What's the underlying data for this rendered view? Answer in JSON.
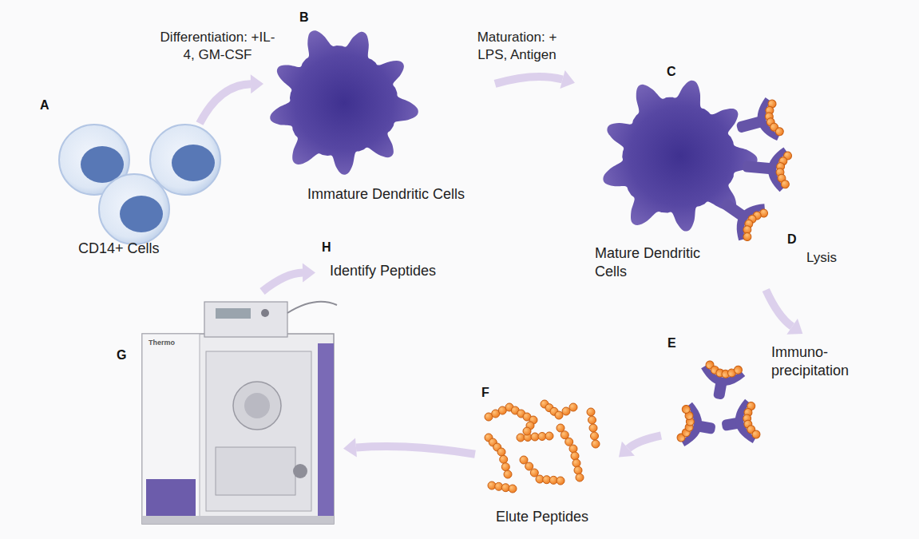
{
  "diagram": {
    "nodes": [
      {
        "text": [
          "A",
          "CD14+ Cells"
        ]
      },
      {
        "text": [
          "B",
          "Immature Dendritic Cells"
        ]
      },
      {
        "text": [
          "C",
          "Mature Dendritic Cells"
        ]
      },
      {
        "text": [
          "E",
          "Immuno- precipitation"
        ]
      },
      {
        "text": [
          "F",
          "Elute Peptides"
        ]
      },
      {
        "text": [
          "G"
        ]
      },
      {
        "text": [
          "H",
          "Identify Peptides"
        ]
      }
    ],
    "edges": [
      {
        "from": 0,
        "to": 1,
        "label": "Differentiation: +IL-4, GM-CSF",
        "arrow": "to"
      },
      {
        "from": 1,
        "to": 2,
        "label": "Maturation: + LPS, Antigen",
        "arrow": "to"
      },
      {
        "from": 2,
        "to": 3,
        "label": "Lysis",
        "arrow": "to"
      },
      {
        "from": 3,
        "to": 4,
        "arrow": "to"
      },
      {
        "from": 4,
        "to": 5,
        "arrow": "to"
      },
      {
        "from": 5,
        "to": 6,
        "arrow": "to"
      }
    ],
    "labels": [
      "D",
      "Thermo"
    ]
  }
}
